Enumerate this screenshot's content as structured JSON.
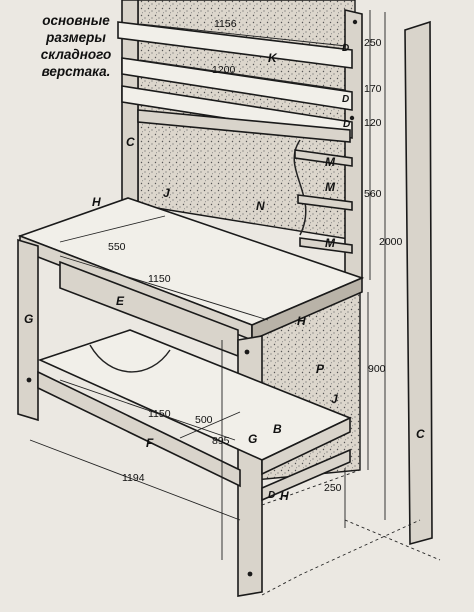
{
  "caption": {
    "line1": "основные",
    "line2": "размеры",
    "line3": "складного",
    "line4": "верстака."
  },
  "dimensions": {
    "shelf_width": "1156",
    "shelf_inner_width": "1200",
    "shelf_height_top": "250",
    "shelf_height_mid": "170",
    "shelf_height_low": "120",
    "back_height": "560",
    "total_height": "2000",
    "table_depth": "550",
    "table_width": "1150",
    "table_height": "900",
    "lower_shelf_width": "1150",
    "lower_shelf_depth": "500",
    "lower_height": "895",
    "base_length": "1194",
    "foot_height": "250"
  },
  "parts": {
    "k": "K",
    "d": "D",
    "c": "C",
    "m": "M",
    "n": "N",
    "j": "J",
    "h": "H",
    "e": "E",
    "g": "G",
    "p": "P",
    "b": "B",
    "f": "F"
  },
  "colors": {
    "ink": "#1a1a1a",
    "chipboard": "#dcd6cc",
    "board": "#f1efe9",
    "paper": "#ebe8e2"
  }
}
